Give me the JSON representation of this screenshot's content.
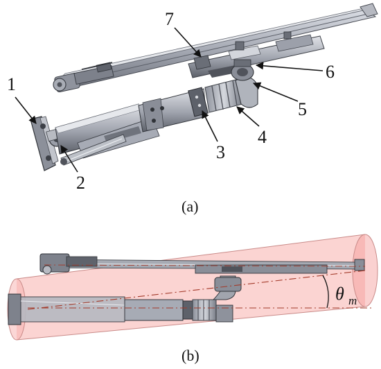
{
  "figure": {
    "panel_a": {
      "caption": "(a)",
      "callouts": [
        "1",
        "2",
        "3",
        "4",
        "5",
        "6",
        "7"
      ]
    },
    "panel_b": {
      "caption": "(b)",
      "angle_symbol": "θ",
      "angle_subscript": "m"
    }
  },
  "colors": {
    "metal_light": "#c9ccd4",
    "metal_mid": "#9a9ea8",
    "metal_dark": "#4a4d55",
    "envelope_fill": "#f7b0ad",
    "envelope_edge": "#c98a88",
    "centerline": "#a33a2a"
  }
}
